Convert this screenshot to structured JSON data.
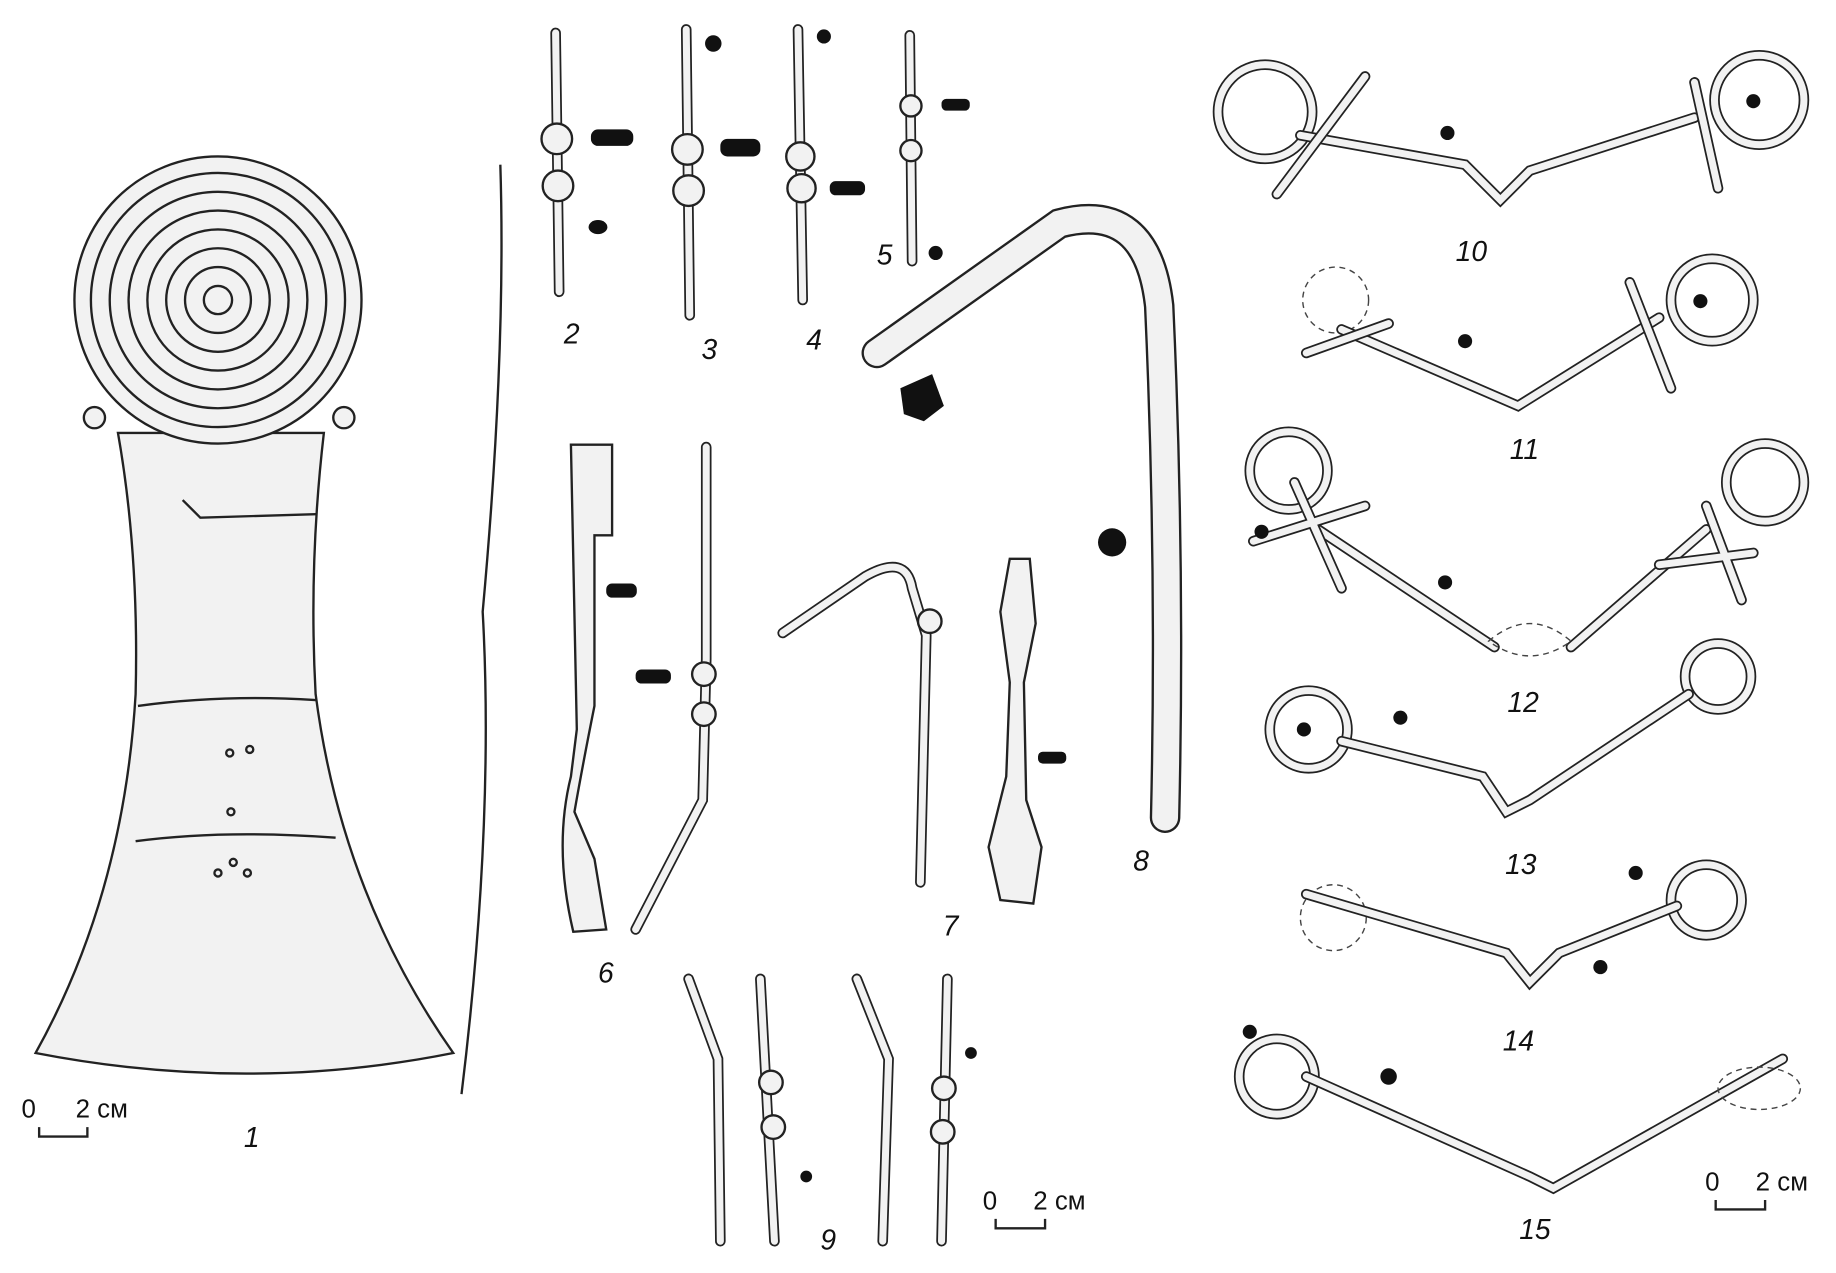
{
  "figure": {
    "labels": [
      "1",
      "2",
      "3",
      "4",
      "5",
      "6",
      "7",
      "8",
      "9",
      "10",
      "11",
      "12",
      "13",
      "14",
      "15"
    ],
    "scale_bars": [
      {
        "zero": "0",
        "value": "2 см"
      },
      {
        "zero": "0",
        "value": "2 см"
      },
      {
        "zero": "0",
        "value": "2 см"
      }
    ]
  }
}
